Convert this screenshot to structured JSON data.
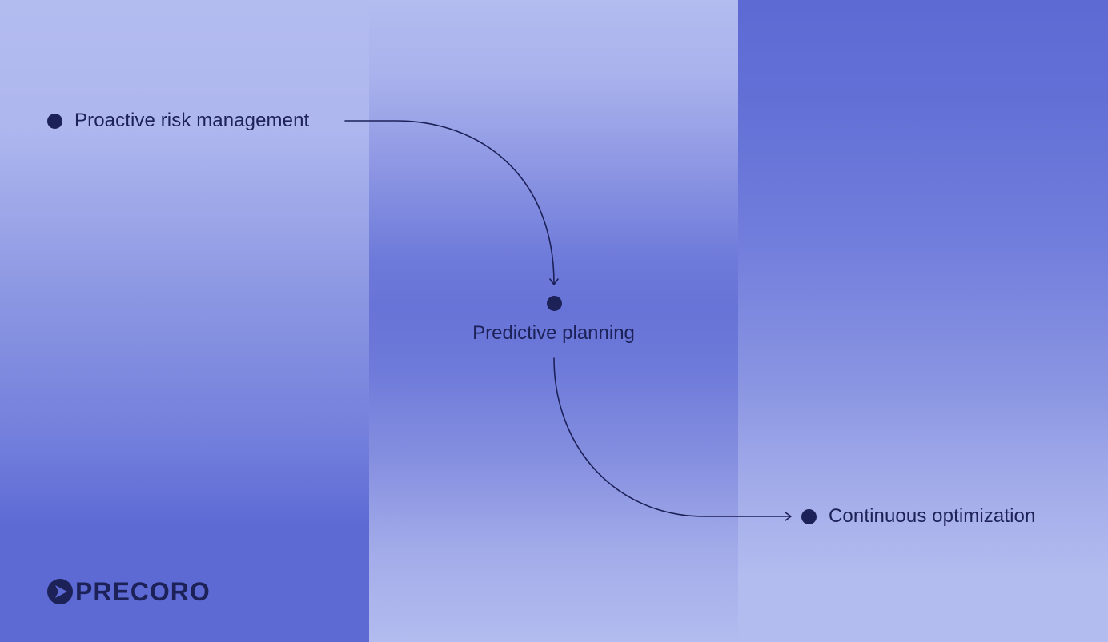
{
  "diagram": {
    "type": "flow",
    "nodes": [
      {
        "id": "n1",
        "label": "Proactive risk management"
      },
      {
        "id": "n2",
        "label": "Predictive planning"
      },
      {
        "id": "n3",
        "label": "Continuous optimization"
      }
    ],
    "edges": [
      {
        "from": "n1",
        "to": "n2"
      },
      {
        "from": "n2",
        "to": "n3"
      }
    ]
  },
  "brand": {
    "name": "PRECORO",
    "logo_icon": "precoro-logo-icon"
  },
  "colors": {
    "light": "#b3bcef",
    "dark": "#5d6ad4",
    "ink": "#1c2158"
  }
}
